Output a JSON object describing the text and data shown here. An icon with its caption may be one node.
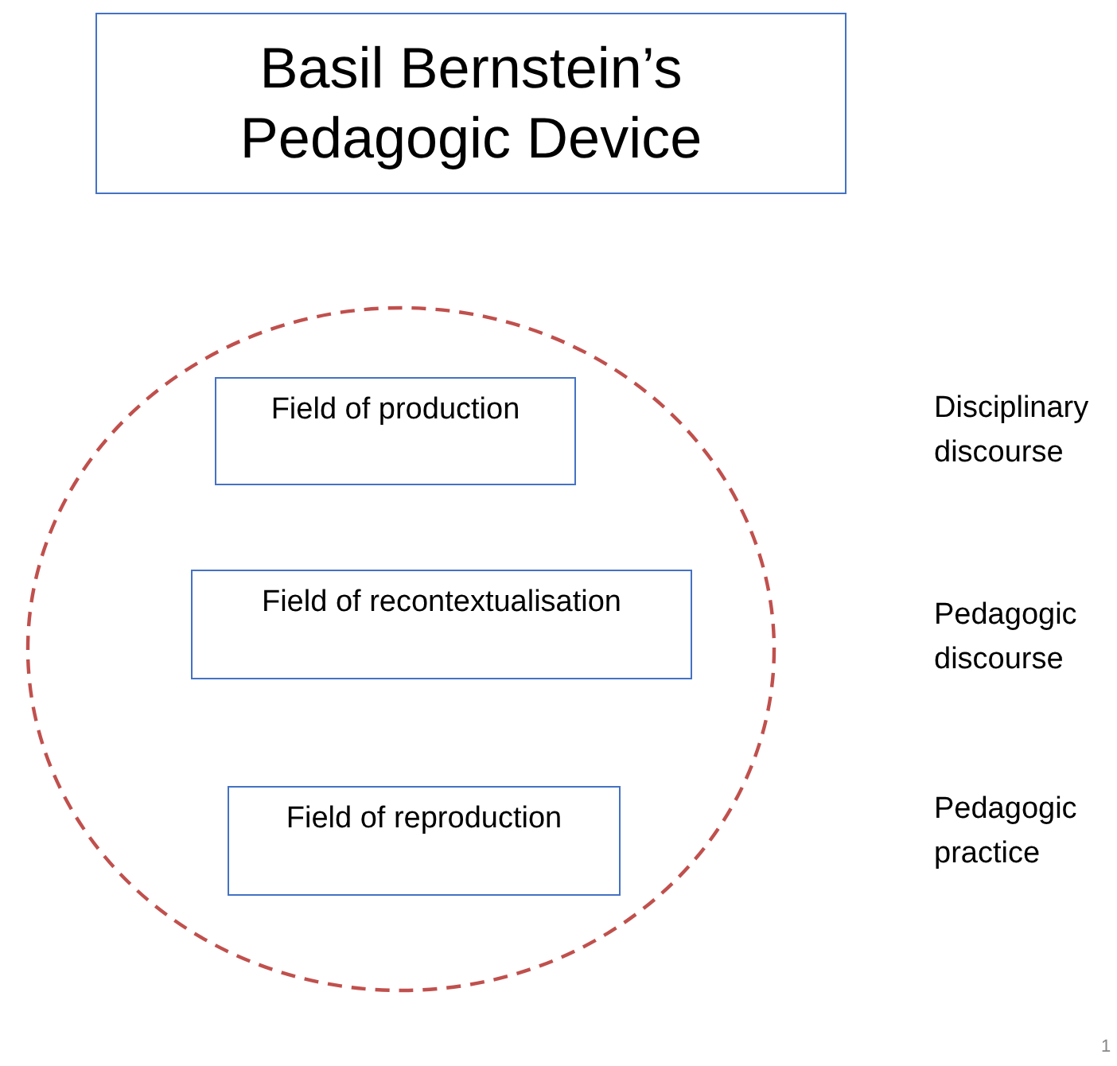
{
  "diagram": {
    "nodes": [
      {
        "text": [
          "Basil Bernstein’s Pedagogic Device"
        ]
      },
      {
        "text": [],
        "shape": "circle"
      },
      {
        "text": [
          "Field of production"
        ],
        "in": 1
      },
      {
        "text": [
          "Field of recontextualisation"
        ],
        "in": 1
      },
      {
        "text": [
          "Field of reproduction"
        ],
        "in": 1
      }
    ],
    "edges": [],
    "labels": [
      "Disciplinary discourse",
      "Pedagogic discourse",
      "Pedagogic practice",
      "1"
    ]
  }
}
